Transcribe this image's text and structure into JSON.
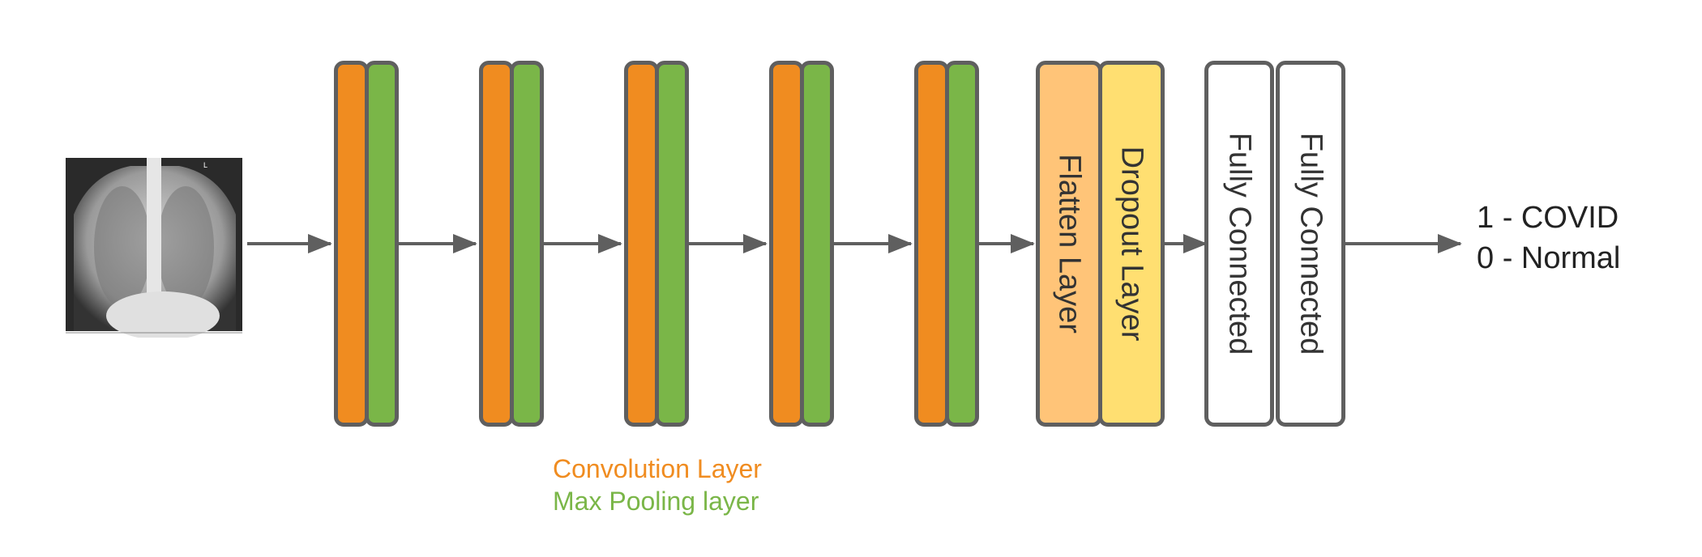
{
  "input_image": {
    "label": "chest-xray"
  },
  "conv_pool_blocks": 5,
  "colors": {
    "convolution": "#F08C20",
    "pooling": "#7AB648",
    "flatten": "#FFC478",
    "dropout": "#FFDF71",
    "fully_connected": "#FFFFFF",
    "border": "#5F5F5F"
  },
  "layers": {
    "flatten": "Flatten Layer",
    "dropout": "Dropout Layer",
    "fc1": "Fully Connected",
    "fc2": "Fully Connected"
  },
  "output": {
    "line1": "1 - COVID",
    "line2": "0 - Normal"
  },
  "legend": {
    "convolution": "Convolution Layer",
    "pooling": "Max Pooling layer"
  }
}
